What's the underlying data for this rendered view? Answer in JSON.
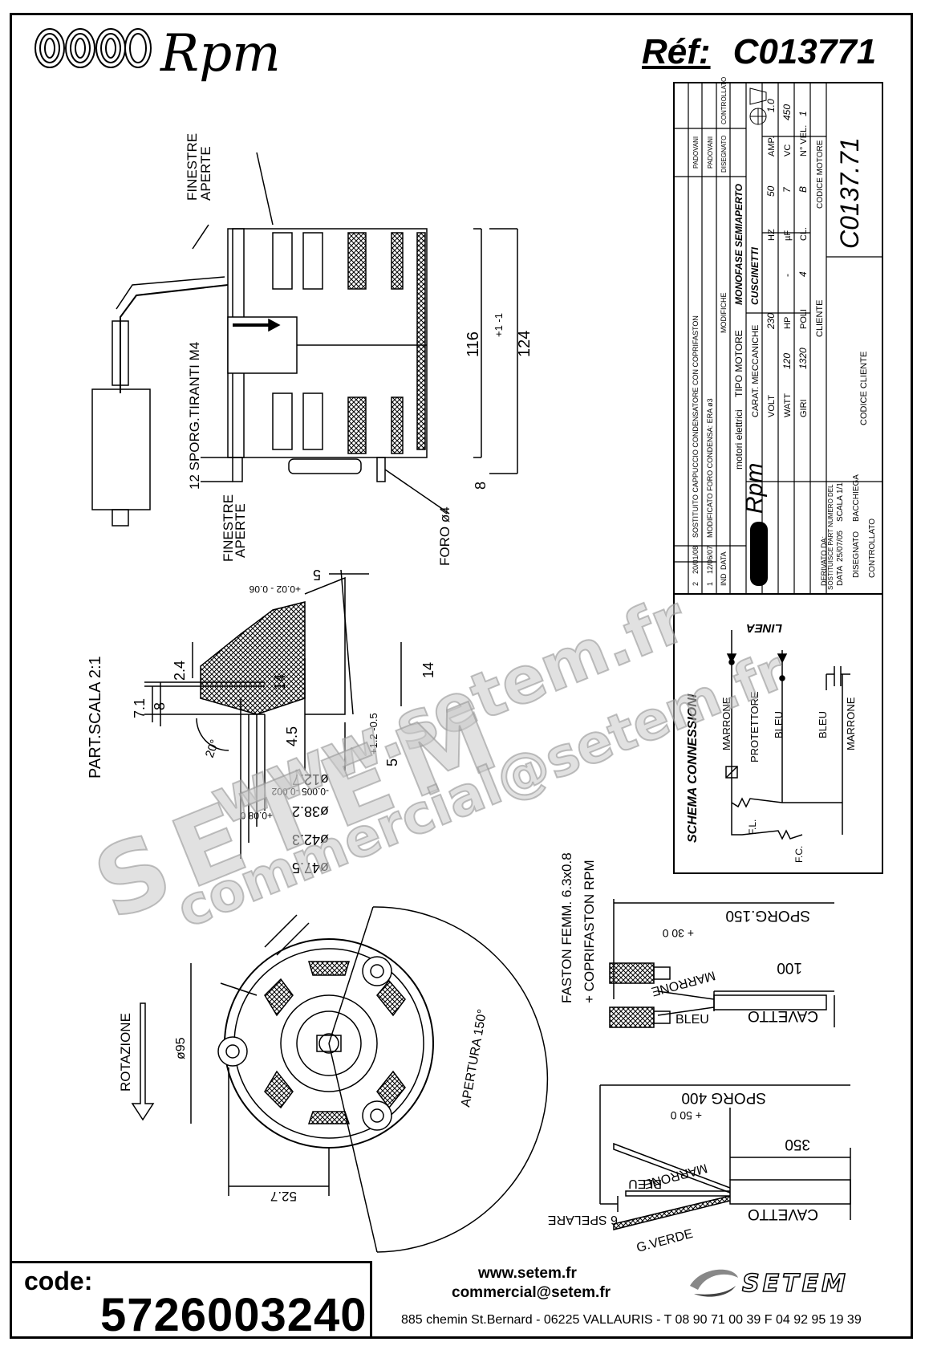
{
  "header": {
    "brand": "Rpm",
    "ref_label": "Réf:",
    "ref_value": "C013771"
  },
  "drawing": {
    "finestre_aperte": [
      "FINESTRE",
      "APERTE"
    ],
    "sporg_tiranti": "12 SPORG.TIRANTI M4",
    "foro": "FORO ø4",
    "dim_116": "116",
    "dim_116_tol": "+1 -1",
    "dim_124": "124",
    "dim_8": "8",
    "part_scala": "PART.SCALA 2:1",
    "detail_dims": [
      "2.4",
      "7.1",
      "8",
      "14",
      "4.5",
      "14",
      "5",
      "5",
      "20°"
    ],
    "tol_small": "+0.02 - 0.06",
    "tol_5": "+1.2 -0.5",
    "diam_12_7": "ø12.7",
    "diam_12_7_tol": "-0.005 -0.002",
    "diam_38_2": "ø38.2",
    "diam_38_2_tol": "+0.08 0",
    "diam_42_3": "ø42.3",
    "diam_47_5": "ø47.5",
    "rotazione": "ROTAZIONE",
    "diam_95": "ø95",
    "dim_52_7": "52.7",
    "apertura": "APERTURA 150°",
    "faston": "FASTON FEMM. 6.3x0.8",
    "coprifaston": "+ COPRIFASTON RPM",
    "sporg_150": "SPORG.150",
    "sporg_150_tol": "+ 30 0",
    "dim_100": "100",
    "marrone": "MARRONE",
    "bleu": "BLEU",
    "cavetto": "CAVETTO",
    "sporg_400": "SPORG 400",
    "sporg_400_tol": "+ 50 0",
    "dim_350": "350",
    "spelare": "6 SPELARE",
    "g_verde": "G.VERDE",
    "schema": "SCHEMA CONNESSIONI",
    "linea": "LINEA",
    "protettore": "PROTETTORE",
    "fl": "F.L.",
    "fc": "F.C."
  },
  "title_block": {
    "controllato": "CONTROLLATO",
    "disegnato": "DISEGNATO",
    "padovani": "PADOVANI",
    "rev2": [
      "2",
      "20/01/08",
      "SOSTITUITO CAPPUCCIO CONDENSATORE CON COPRIFASTON"
    ],
    "rev1": [
      "1",
      "12/06/07",
      "MODIFICATO FORO CONDENSA: ERA ø3"
    ],
    "rev_header": [
      "IND",
      "DATA",
      "MODIFICHE"
    ],
    "tipo_motore": "TIPO MOTORE",
    "tipo_value": "MONOFASE SEMIAPERTO",
    "carat": "CARAT. MECCANICHE",
    "carat_value": "CUSCINETTI",
    "volt_row": [
      "VOLT",
      "230",
      "HZ",
      "50",
      "AMP.",
      "1.0"
    ],
    "watt_row": [
      "WATT",
      "120",
      "HP",
      "-",
      "µF",
      "7",
      "VC",
      "450"
    ],
    "giri_row": [
      "GIRI",
      "1320",
      "POLI",
      "4",
      "CL.",
      "B",
      "N° VEL.",
      "1"
    ],
    "cliente": "CLIENTE",
    "codice_motore": "CODICE MOTORE",
    "codice_value": "C0137.71",
    "codice_cliente": "CODICE CLIENTE",
    "derivato": "DERIVATO DA:",
    "sostituisce": "SOSTITUISCE PART NUMERO DEL",
    "data_label": "DATA",
    "data_value": "25/07/05",
    "scala_label": "SCALA",
    "scala_value": "1/1",
    "bacchiega": "BACCHIEGA",
    "rpm_sub": "motori elettrici"
  },
  "watermarks": [
    "www.setem.fr",
    "SETEM",
    "commercial@setem.fr"
  ],
  "footer": {
    "code_label": "code:",
    "code_value": "5726003240",
    "website": "www.setem.fr",
    "email": "commercial@setem.fr",
    "address": "885 chemin St.Bernard  -  06225 VALLAURIS  -  T 08 90 71 00 39  F 04 92 95 19 39",
    "logo": "SETEM"
  }
}
